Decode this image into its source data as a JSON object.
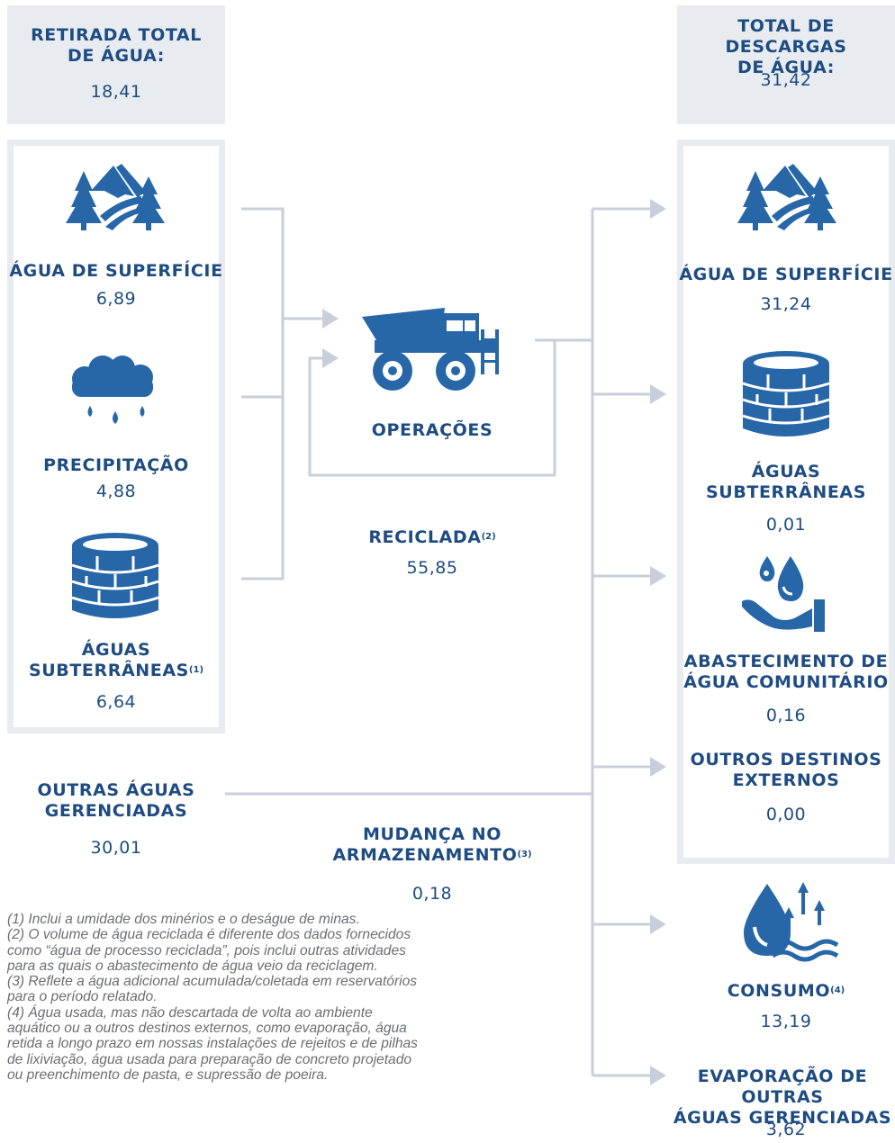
{
  "withdrawal": {
    "header_line1": "RETIRADA TOTAL",
    "header_line2": "DE ÁGUA:",
    "total": "18,41",
    "surface_label": "ÁGUA DE SUPERFÍCIE",
    "surface_value": "6,89",
    "precip_label": "PRECIPITAÇÃO",
    "precip_value": "4,88",
    "ground_label1": "ÁGUAS",
    "ground_label2": "SUBTERRÂNEAS",
    "ground_sup": "(1)",
    "ground_value": "6,64"
  },
  "other_managed": {
    "label1": "OUTRAS ÁGUAS",
    "label2": "GERENCIADAS",
    "value": "30,01"
  },
  "operations": {
    "label": "OPERAÇÕES",
    "recycled_label": "RECICLADA",
    "recycled_sup": "(2)",
    "recycled_value": "55,85",
    "storage_label1": "MUDANÇA NO",
    "storage_label2": "ARMAZENAMENTO",
    "storage_sup": "(3)",
    "storage_value": "0,18"
  },
  "discharge": {
    "header_line1": "TOTAL DE DESCARGAS",
    "header_line2": "DE ÁGUA:",
    "total": "31,42",
    "surface_label": "ÁGUA DE SUPERFÍCIE",
    "surface_value": "31,24",
    "ground_label1": "ÁGUAS",
    "ground_label2": "SUBTERRÂNEAS",
    "ground_value": "0,01",
    "community_label1": "ABASTECIMENTO DE",
    "community_label2": "ÁGUA COMUNITÁRIO",
    "community_value": "0,16",
    "external_label1": "OUTROS DESTINOS",
    "external_label2": "EXTERNOS",
    "external_value": "0,00"
  },
  "consumption": {
    "label": "CONSUMO",
    "sup": "(4)",
    "value": "13,19",
    "evap_label1": "EVAPORAÇÃO DE OUTRAS",
    "evap_label2": "ÁGUAS GERENCIADAS",
    "evap_value": "3,62"
  },
  "footnotes": [
    "(1) Inclui a umidade dos minérios e o deságue de minas.",
    "(2) O volume de água reciclada é diferente dos dados fornecidos\ncomo “água de processo reciclada”, pois inclui outras atividades\npara as quais o abastecimento de água veio da reciclagem.",
    "(3) Reflete a água adicional acumulada/coletada em reservatórios\npara o período relatado.",
    "(4) Água usada, mas não descartada de volta ao ambiente\naquático ou a outros destinos externos, como evaporação, água\nretida a longo prazo em nossas instalações de rejeitos e de pilhas\nde lixiviação, água usada para preparação de concreto projetado\nou preenchimento de pasta, e supressão de poeira."
  ],
  "colors": {
    "primary": "#1e4c82",
    "icon": "#2767a8",
    "panel": "#e8ebf0",
    "connector": "#c9cfda",
    "note_text": "#6b6e72"
  },
  "icons": [
    "mountain-forest-icon",
    "rain-cloud-icon",
    "water-tank-icon",
    "haul-truck-icon",
    "hand-water-drops-icon",
    "evaporation-drop-icon"
  ]
}
